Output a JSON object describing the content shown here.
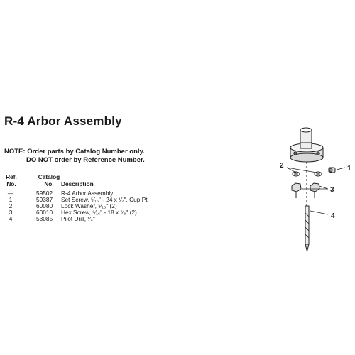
{
  "title": "R-4 Arbor Assembly",
  "note": {
    "line1": "NOTE: Order parts by Catalog Number only.",
    "line2": "DO NOT order by Reference Number."
  },
  "table": {
    "headers": {
      "ref_line1": "Ref.",
      "ref_line2": "No.",
      "catalog_line1": "Catalog",
      "catalog_line2": "No.",
      "description": "Description"
    },
    "rows": [
      {
        "ref": "—",
        "catalog": "59502",
        "description": "R-4 Arbor Assembly"
      },
      {
        "ref": "1",
        "catalog": "59387",
        "description": "Set Screw, ⁵⁄₁₆\" - 24 x ¹⁄₂\", Cup Pt."
      },
      {
        "ref": "2",
        "catalog": "60080",
        "description": "Lock Washer, ⁵⁄₁₆\" (2)"
      },
      {
        "ref": "3",
        "catalog": "60010",
        "description": "Hex Screw, ⁵⁄₁₆\" - 18 x ⁷⁄₈\" (2)"
      },
      {
        "ref": "4",
        "catalog": "53085",
        "description": "Pilot Drill, ¹⁄₄\""
      }
    ]
  },
  "diagram_labels": [
    "1",
    "2",
    "3",
    "4"
  ]
}
